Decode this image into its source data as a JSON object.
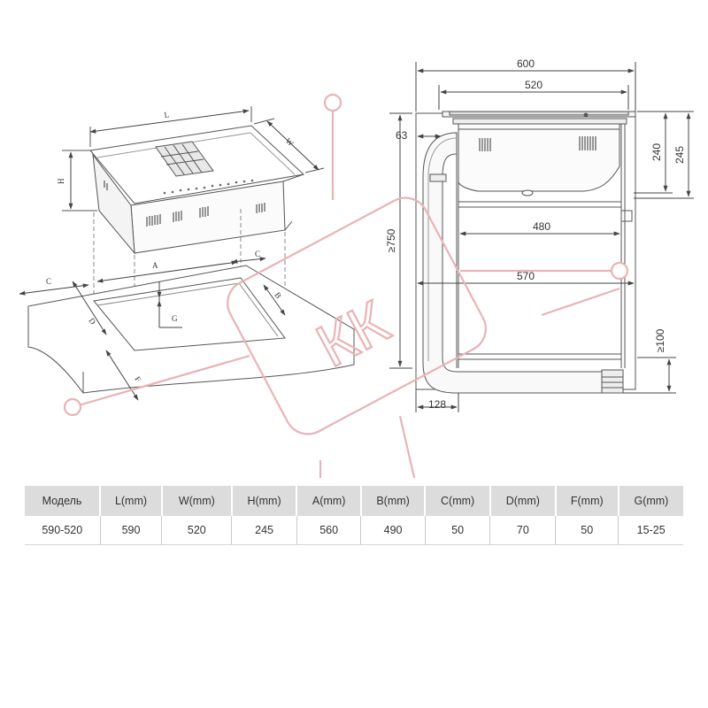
{
  "iso_view": {
    "labels": {
      "L": "L",
      "W": "W",
      "H": "H",
      "A": "A",
      "B": "B",
      "C1": "C",
      "C2": "C",
      "D": "D",
      "F": "F",
      "G": "G"
    }
  },
  "side_view": {
    "dims": {
      "d600": "600",
      "d520": "520",
      "d63": "63",
      "d240": "240",
      "d245": "245",
      "d480": "480",
      "d750": "≥750",
      "d570": "570",
      "d100": "≥100",
      "d128": "128"
    }
  },
  "watermark": {
    "text": "КК"
  },
  "spec_table": {
    "headers": [
      "Модель",
      "L(mm)",
      "W(mm)",
      "H(mm)",
      "A(mm)",
      "B(mm)",
      "C(mm)",
      "D(mm)",
      "F(mm)",
      "G(mm)"
    ],
    "row": [
      "590-520",
      "590",
      "520",
      "245",
      "560",
      "490",
      "50",
      "70",
      "50",
      "15-25"
    ]
  },
  "colors": {
    "line": "#555555",
    "header_bg": "#dcdcdc",
    "watermark": "#e9b3b6"
  }
}
